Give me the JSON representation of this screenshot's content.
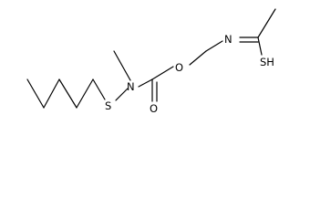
{
  "colors": {
    "bond": "#000000",
    "background": "#ffffff"
  },
  "atoms": {
    "sulfur_chain": "S",
    "nitrogen_carbamate": "N",
    "oxygen_ester": "O",
    "oxygen_carbonyl": "O",
    "nitrogen_imine": "N",
    "sulfur_thiol": "SH"
  }
}
